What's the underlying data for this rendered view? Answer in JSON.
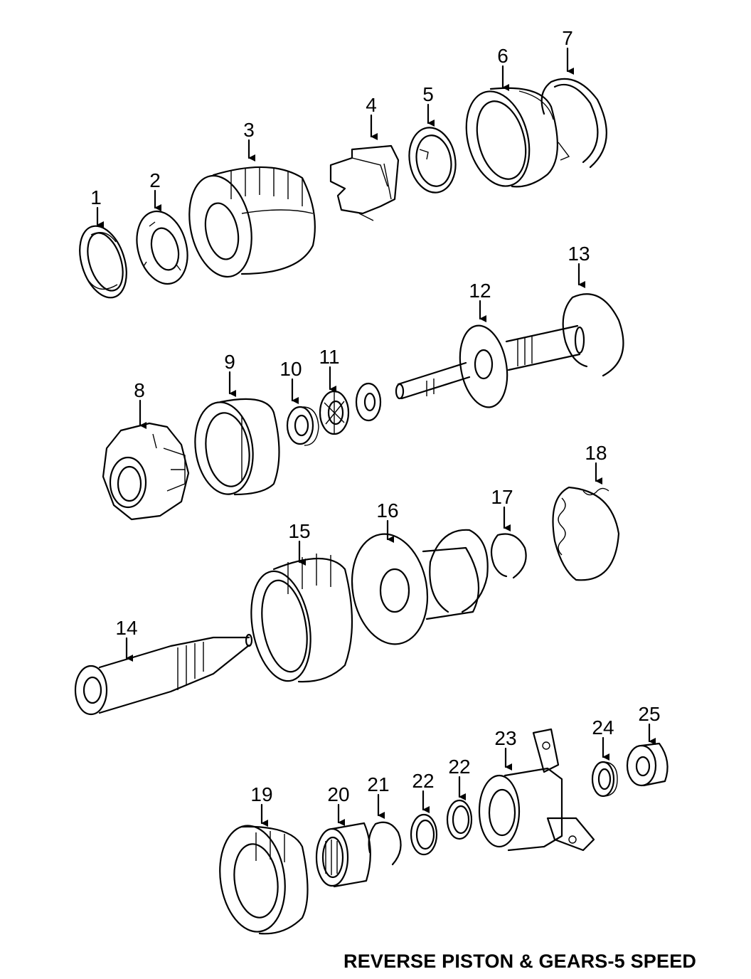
{
  "caption": "REVERSE PISTON & GEARS-5 SPEED",
  "callouts": {
    "c1": "1",
    "c2": "2",
    "c3": "3",
    "c4": "4",
    "c5": "5",
    "c6": "6",
    "c7": "7",
    "c8": "8",
    "c9": "9",
    "c10": "10",
    "c11": "11",
    "c12": "12",
    "c13": "13",
    "c14": "14",
    "c15": "15",
    "c16": "16",
    "c17": "17",
    "c18": "18",
    "c19": "19",
    "c20": "20",
    "c21": "21",
    "c22a": "22",
    "c22b": "22",
    "c23": "23",
    "c24": "24",
    "c25": "25"
  }
}
